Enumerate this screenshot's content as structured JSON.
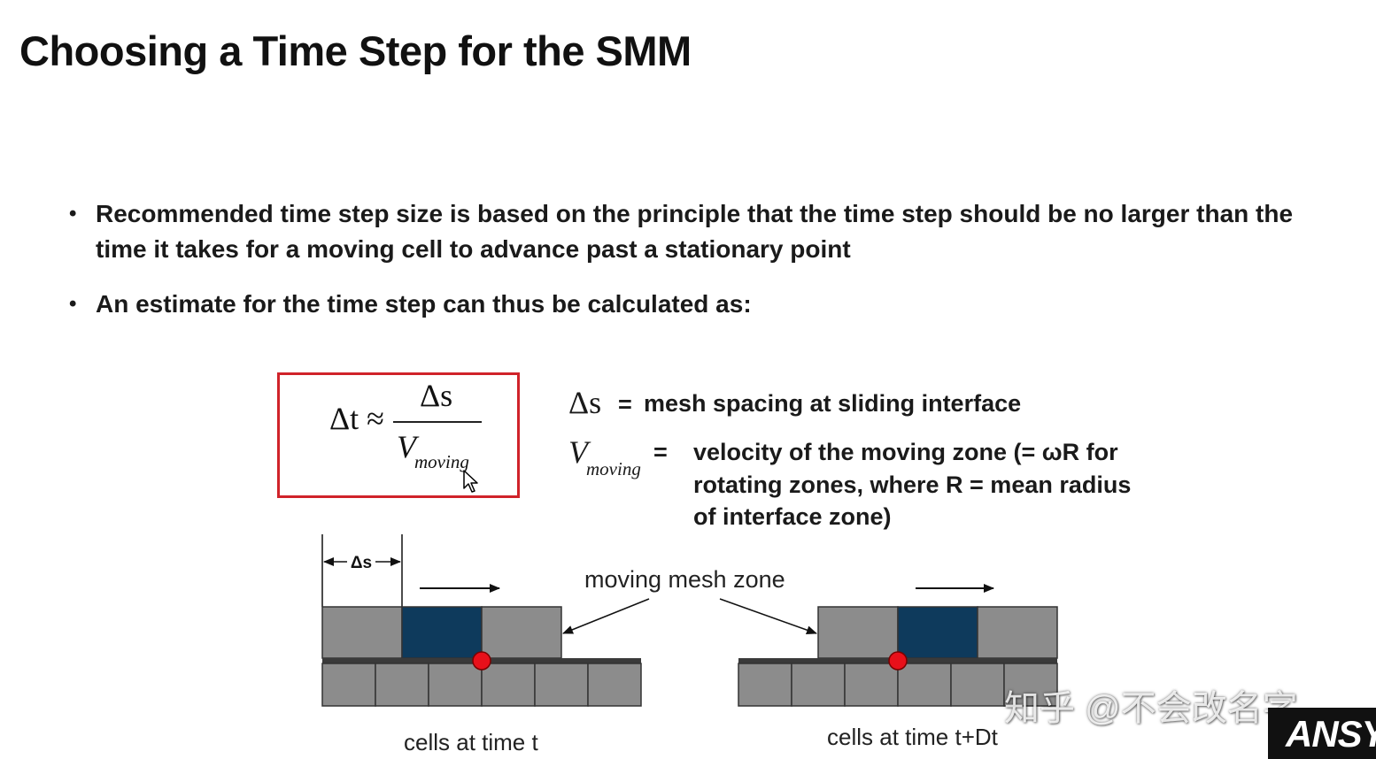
{
  "slide": {
    "title": "Choosing a Time Step for the SMM",
    "bullets": [
      "Recommended time step size is based on the principle that the time step should be no larger than the time it takes for a moving cell to advance past a stationary point",
      "An estimate for the time step can thus  be calculated as:"
    ],
    "bullet_marker": "•"
  },
  "formula": {
    "lhs": "Δt ≈",
    "numerator": "Δs",
    "denominator": "V",
    "denominator_sub": "moving",
    "border_color": "#d0232a"
  },
  "definitions": [
    {
      "symbol": "Δs",
      "symbol_sub": "",
      "equals": "=",
      "lines": [
        "mesh spacing at sliding interface"
      ]
    },
    {
      "symbol": "V",
      "symbol_sub": "moving",
      "equals": "=",
      "lines": [
        "velocity of the moving zone (= ωR for",
        "rotating zones, where R = mean radius",
        "of interface zone)"
      ]
    }
  ],
  "diagram": {
    "spacing_label": "Δs",
    "center_label": "moving mesh zone",
    "left_caption": "cells at time t",
    "right_caption": "cells at time t+Dt",
    "colors": {
      "cell": "#8c8c8c",
      "cell_dark": "#0e3a5c",
      "interface": "#3a3a3a",
      "point": "#e8101a"
    }
  },
  "watermark": "知乎 @不会改名字",
  "logo": "ANSYS"
}
